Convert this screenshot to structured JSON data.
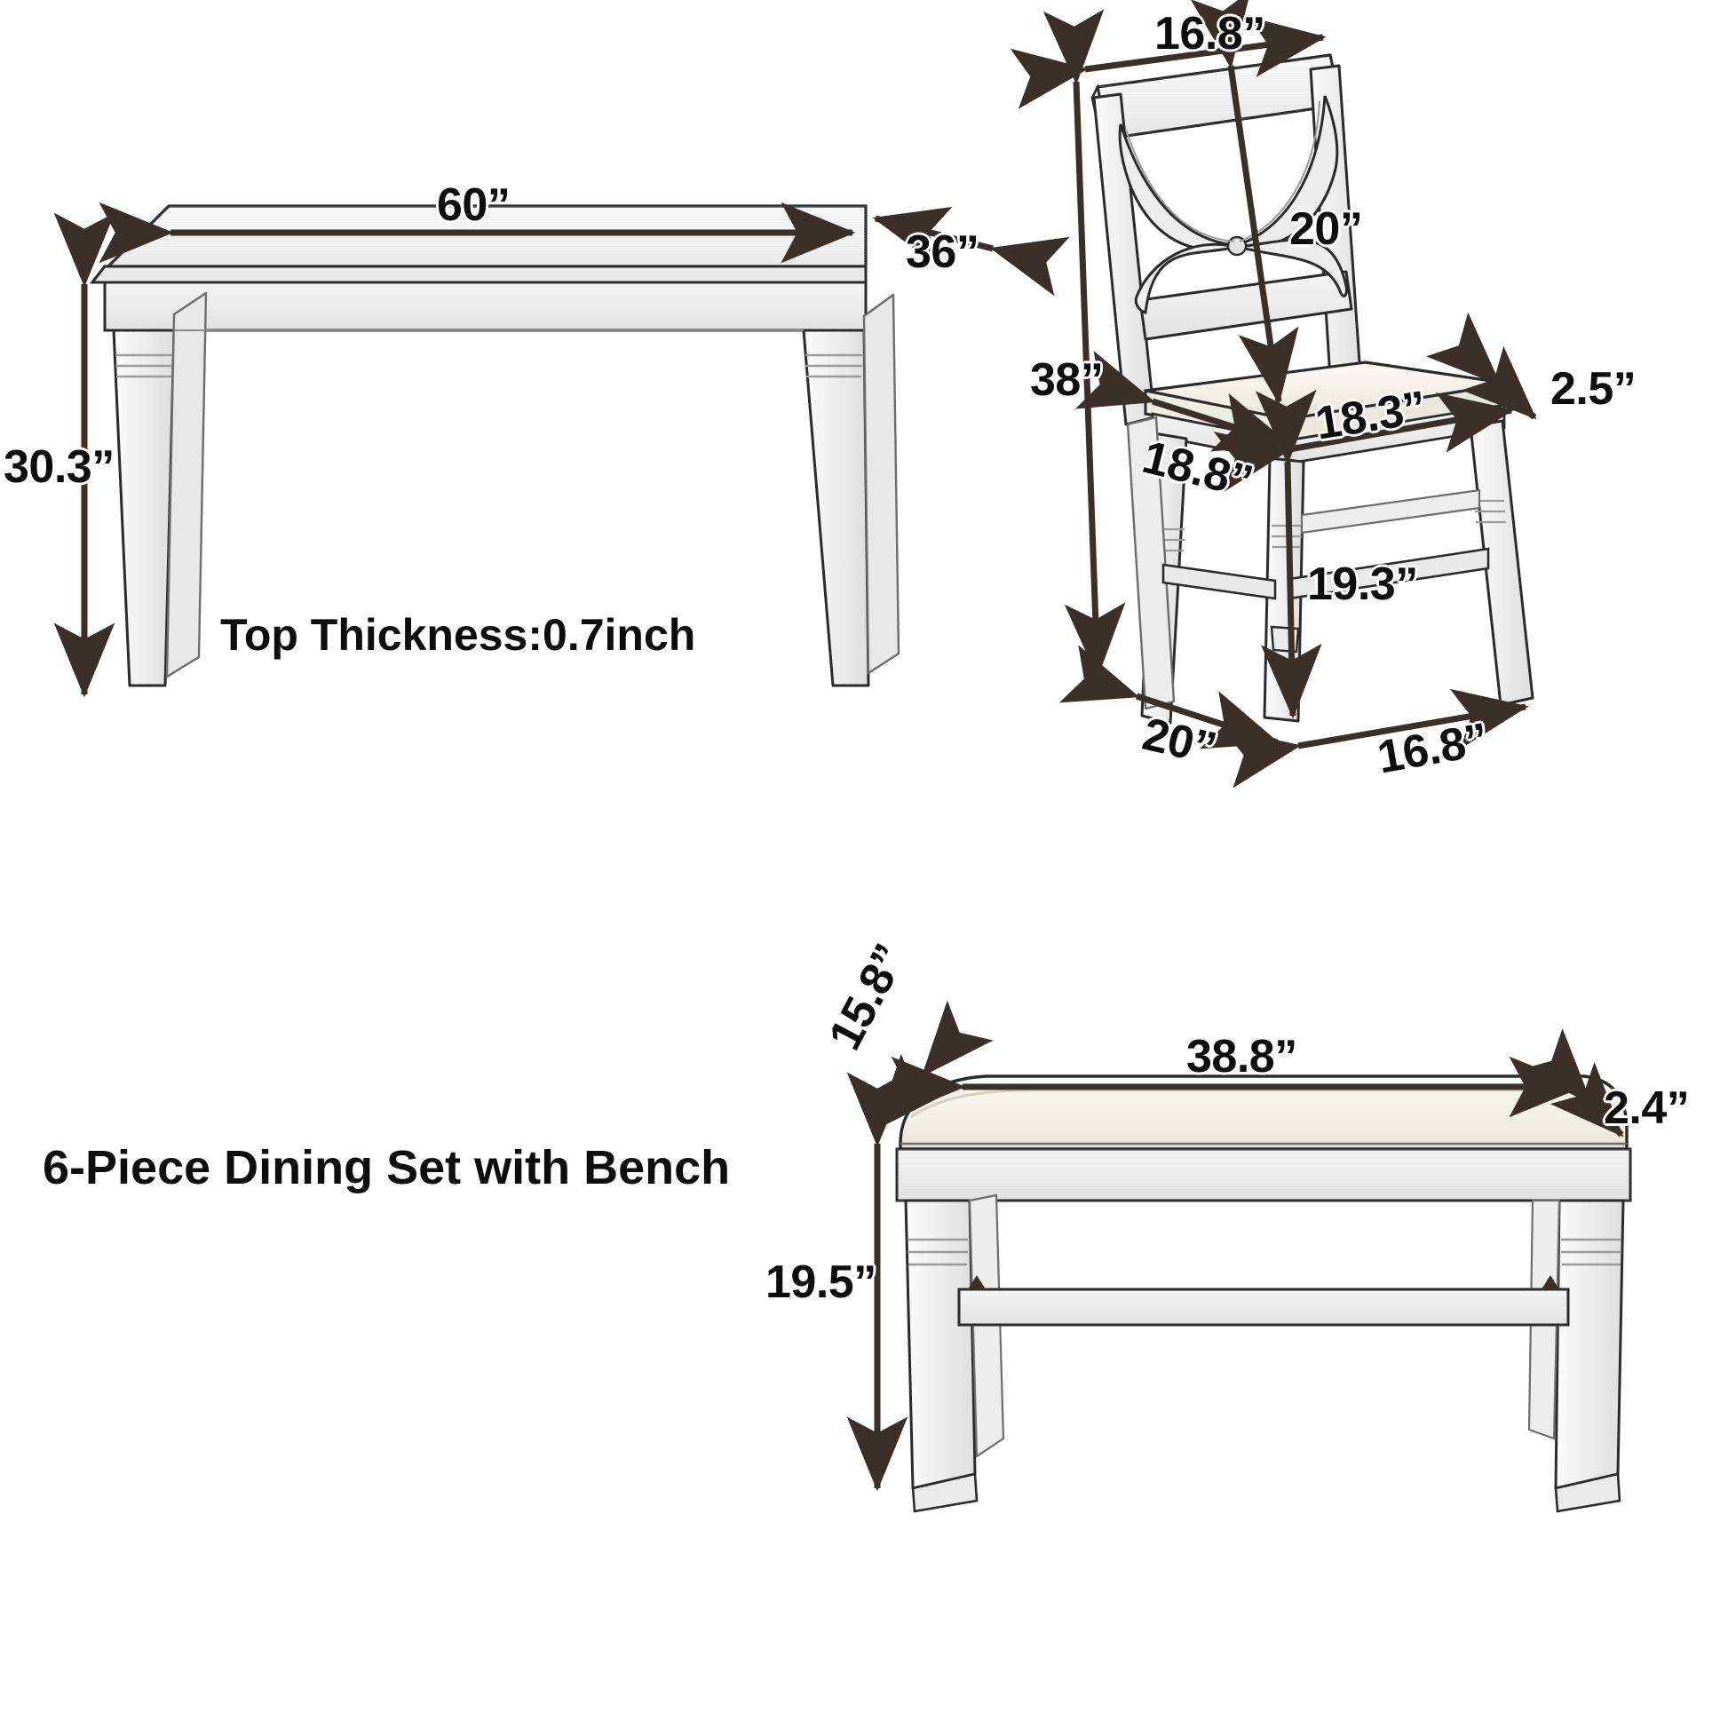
{
  "page": {
    "title": "6-Piece Dining Set with Bench",
    "background_color": "#ffffff",
    "line_color": "#3b2f2a",
    "text_color": "#0d0d0d",
    "wood_fill": "#f2f2f2",
    "cushion_fill": "#f5f2ec"
  },
  "captions": {
    "top_thickness": "Top Thickness:0.7inch",
    "set_title": "6-Piece Dining Set with Bench"
  },
  "table": {
    "name": "dining-table",
    "dimensions": {
      "width": "60”",
      "depth": "36”",
      "height": "30.3”",
      "top_thickness_note": "Top Thickness:0.7inch"
    }
  },
  "chair": {
    "name": "dining-chair",
    "dimensions": {
      "back_width": "16.8”",
      "back_height": "20”",
      "overall_height": "38”",
      "seat_width": "18.3”",
      "seat_depth": "18.8”",
      "cushion_thickness": "2.5”",
      "seat_height": "19.3”",
      "base_depth": "20”",
      "base_width": "16.8”"
    }
  },
  "bench": {
    "name": "dining-bench",
    "dimensions": {
      "length": "38.8”",
      "depth": "15.8”",
      "cushion_thickness": "2.4”",
      "height": "19.5”"
    }
  },
  "chart_data": {
    "type": "table",
    "title": "6-Piece Dining Set with Bench",
    "categories": [
      "Dining Table",
      "Dining Chair",
      "Dining Bench"
    ],
    "series": [
      {
        "name": "Dining Table",
        "measurements": [
          {
            "label": "Width",
            "value": "60”"
          },
          {
            "label": "Depth",
            "value": "36”"
          },
          {
            "label": "Height",
            "value": "30.3”"
          },
          {
            "label": "Top Thickness",
            "value": "0.7inch"
          }
        ]
      },
      {
        "name": "Dining Chair",
        "measurements": [
          {
            "label": "Back Width",
            "value": "16.8”"
          },
          {
            "label": "Back Height",
            "value": "20”"
          },
          {
            "label": "Overall Height",
            "value": "38”"
          },
          {
            "label": "Seat Width",
            "value": "18.3”"
          },
          {
            "label": "Seat Depth",
            "value": "18.8”"
          },
          {
            "label": "Cushion Thickness",
            "value": "2.5”"
          },
          {
            "label": "Seat Height",
            "value": "19.3”"
          },
          {
            "label": "Base Depth",
            "value": "20”"
          },
          {
            "label": "Base Width",
            "value": "16.8”"
          }
        ]
      },
      {
        "name": "Dining Bench",
        "measurements": [
          {
            "label": "Length",
            "value": "38.8”"
          },
          {
            "label": "Depth",
            "value": "15.8”"
          },
          {
            "label": "Cushion Thickness",
            "value": "2.4”"
          },
          {
            "label": "Height",
            "value": "19.5”"
          }
        ]
      }
    ]
  }
}
